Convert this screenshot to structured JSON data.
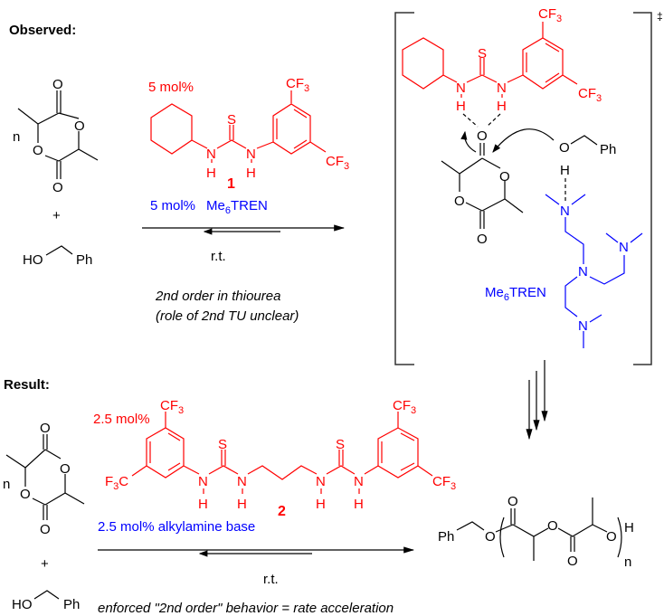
{
  "headings": {
    "observed": "Observed:",
    "result": "Result:"
  },
  "atoms": {
    "O": "O",
    "N": "N",
    "H": "H",
    "S": "S",
    "Ph": "Ph",
    "HO": "HO",
    "CF": "CF",
    "F": "F",
    "C": "C",
    "sub3": "3",
    "sub6": "6",
    "n": "n",
    "plus": "+"
  },
  "top": {
    "catalyst_loading": "5 mol%",
    "catalyst_number": "1",
    "base_loading": "5 mol%",
    "base_name": "Me",
    "base_name_rest": "TREN",
    "conditions": "r.t.",
    "note_line1": "2nd order in thiourea",
    "note_line2": "(role of 2nd TU unclear)",
    "ts_label": "Me",
    "ts_label_rest": "TREN",
    "ts_symbol": "‡"
  },
  "bottom": {
    "catalyst_loading": "2.5 mol%",
    "catalyst_number": "2",
    "base_text": "2.5 mol% alkylamine base",
    "conditions": "r.t.",
    "note": "enforced \"2nd order\" behavior = rate acceleration"
  },
  "colors": {
    "catalyst": "#ff0000",
    "base": "#0000ff",
    "text": "#000000"
  }
}
